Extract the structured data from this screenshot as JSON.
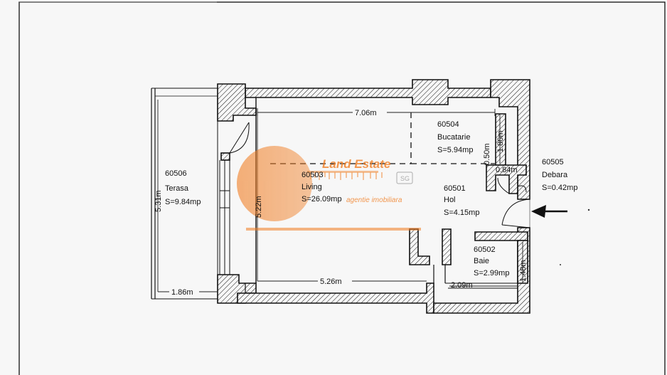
{
  "rooms": {
    "living": {
      "code": "60503",
      "name": "Living",
      "area": "S=26.09mp"
    },
    "terasa": {
      "code": "60506",
      "name": "Terasa",
      "area": "S=9.84mp"
    },
    "bucatarie": {
      "code": "60504",
      "name": "Bucatarie",
      "area": "S=5.94mp"
    },
    "hol": {
      "code": "60501",
      "name": "Hol",
      "area": "S=4.15mp"
    },
    "baie": {
      "code": "60502",
      "name": "Baie",
      "area": "S=2.99mp"
    },
    "debara": {
      "code": "60505",
      "name": "Debara",
      "area": "S=0.42mp"
    }
  },
  "dimensions": {
    "top_width": "7.06m",
    "bottom_width": "5.26m",
    "living_height": "5.22m",
    "terrace_height": "5.31m",
    "terrace_width": "1.86m",
    "kitchen_depth": "1.80m",
    "kitchen_offset": "0.50m",
    "debara_width": "0.84m",
    "bath_height": "1.48m",
    "bath_width": "2.09m"
  },
  "watermark": {
    "brand": "Land Estate",
    "tagline": "agentie imobiliara",
    "badge": "SG",
    "color": "#f07d22"
  }
}
